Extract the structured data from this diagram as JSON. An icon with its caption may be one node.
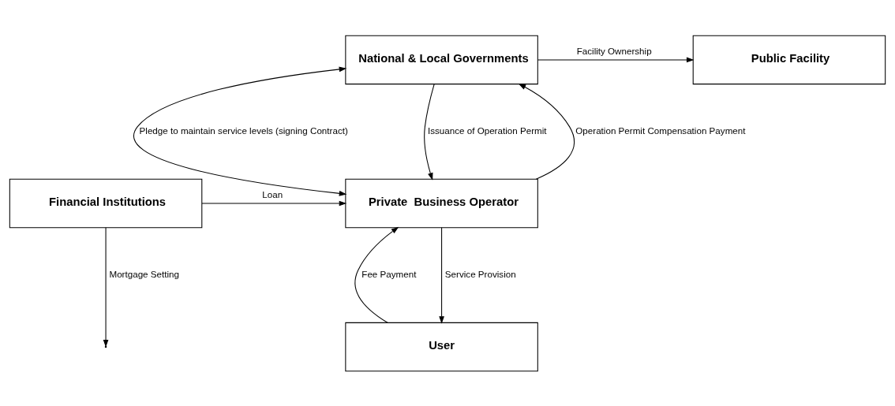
{
  "diagram": {
    "nodes": [
      {
        "text": [
          "National & Local Governments"
        ]
      },
      {
        "text": [
          "Public Facility"
        ]
      },
      {
        "text": [
          "Private  Business Operator"
        ]
      },
      {
        "text": [
          "Financial Institutions"
        ]
      },
      {
        "text": [
          "User"
        ]
      }
    ],
    "edges": [
      {
        "from": 0,
        "to": 1,
        "arrow": "to",
        "label": "Facility Ownership"
      },
      {
        "from": 2,
        "to": 0,
        "arrow": "to",
        "label": "Operation Permit Compensation Payment"
      },
      {
        "from": 0,
        "to": 2,
        "arrow": "both",
        "label": "Pledge to maintain service levels (signing Contract)"
      },
      {
        "from": 0,
        "to": 2,
        "arrow": "to",
        "label": "Issuance of Operation Permit"
      },
      {
        "from": 3,
        "to": null,
        "arrow": "to",
        "label": "Mortgage Setting"
      },
      {
        "from": 3,
        "to": 2,
        "arrow": "to",
        "label": "Loan"
      },
      {
        "from": 4,
        "to": 2,
        "arrow": "to",
        "label": "Fee Payment"
      },
      {
        "from": 2,
        "to": 4,
        "arrow": "to",
        "label": "Service Provision"
      }
    ]
  }
}
